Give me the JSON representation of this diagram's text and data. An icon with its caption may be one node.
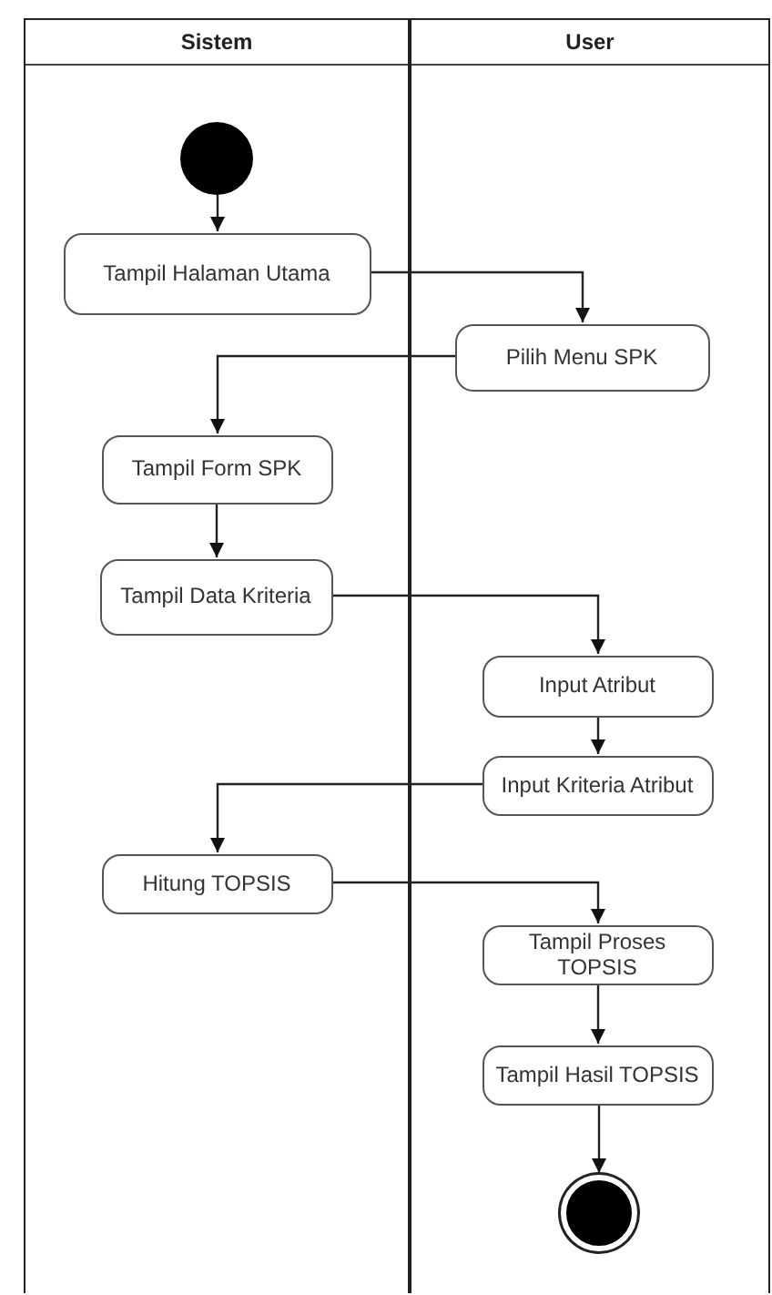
{
  "diagram": {
    "nodes": [
      {
        "text": [
          "Sistem"
        ]
      },
      {
        "text": [
          "User"
        ]
      },
      {
        "text": [],
        "shape": "circle",
        "in": 0
      },
      {
        "text": [
          "Tampil Halaman Utama"
        ],
        "in": 0
      },
      {
        "text": [
          "Pilih Menu SPK"
        ],
        "in": 1
      },
      {
        "text": [
          "Tampil Form SPK"
        ],
        "in": 0
      },
      {
        "text": [
          "Tampil Data Kriteria"
        ],
        "in": 0
      },
      {
        "text": [
          "Input Atribut"
        ],
        "in": 1
      },
      {
        "text": [
          "Input Kriteria Atribut"
        ],
        "in": 1
      },
      {
        "text": [
          "Hitung TOPSIS"
        ],
        "in": 0
      },
      {
        "text": [
          "Tampil Proses TOPSIS"
        ],
        "in": 1
      },
      {
        "text": [
          "Tampil Hasil TOPSIS"
        ],
        "in": 1
      },
      {
        "text": [],
        "shape": "circle",
        "in": 1
      }
    ],
    "edges": [
      {
        "from": 2,
        "to": 3,
        "arrow": "to"
      },
      {
        "from": 3,
        "to": 4,
        "arrow": "to"
      },
      {
        "from": 4,
        "to": 5,
        "arrow": "to"
      },
      {
        "from": 5,
        "to": 6,
        "arrow": "to"
      },
      {
        "from": 6,
        "to": 7,
        "arrow": "to"
      },
      {
        "from": 7,
        "to": 8,
        "arrow": "to"
      },
      {
        "from": 8,
        "to": 9,
        "arrow": "to"
      },
      {
        "from": 9,
        "to": 10,
        "arrow": "to"
      },
      {
        "from": 10,
        "to": 11,
        "arrow": "to"
      },
      {
        "from": 11,
        "to": 12,
        "arrow": "to"
      }
    ]
  }
}
